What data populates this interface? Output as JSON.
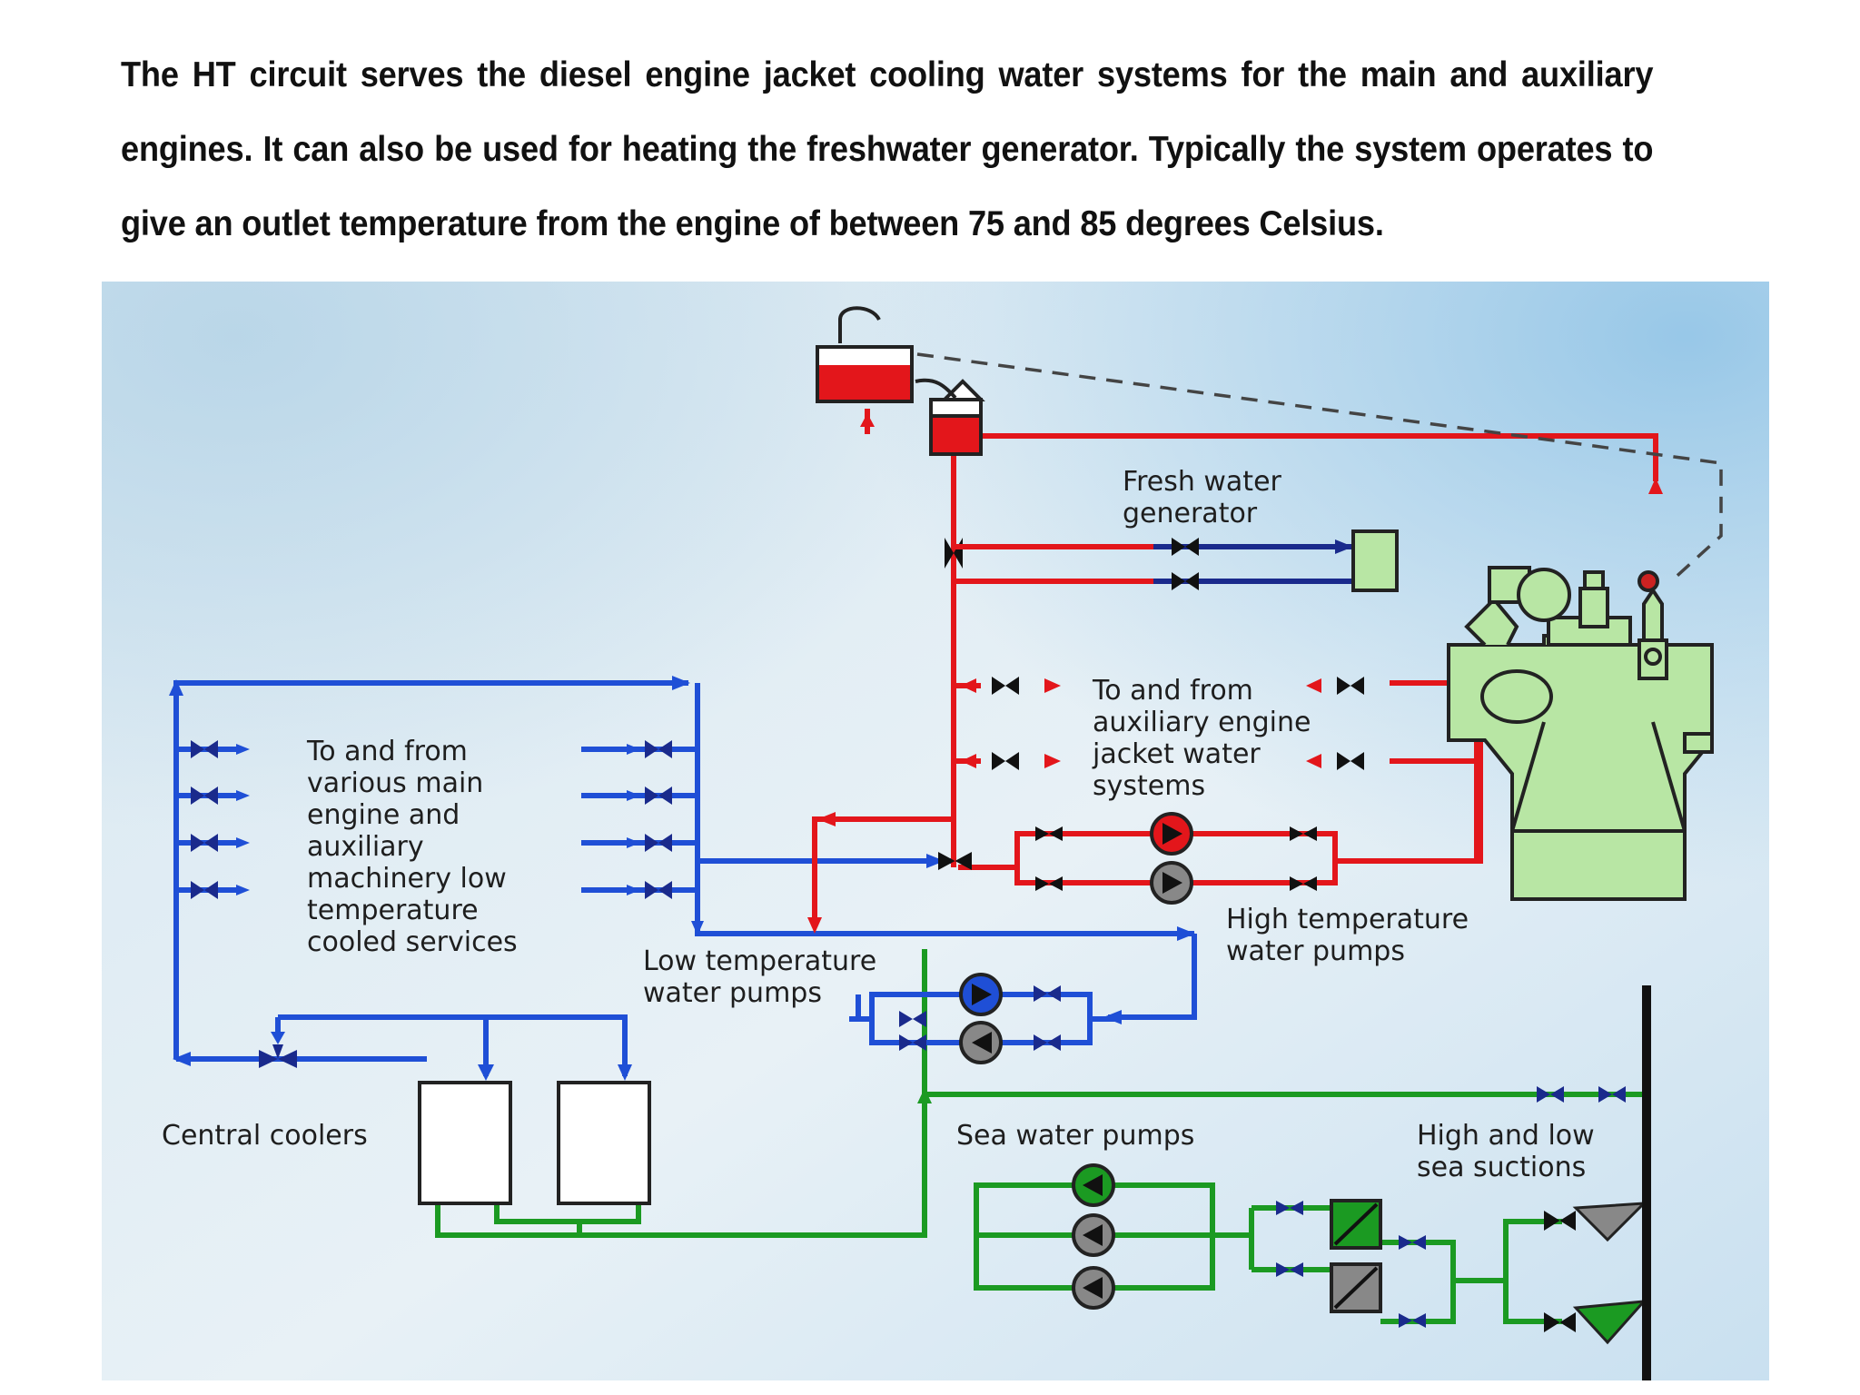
{
  "intro_text": "The HT circuit serves the diesel engine jacket cooling water systems for the main and auxiliary engines. It can also be used for heating the freshwater generator. Typically the system operates to give an outlet temperature from the engine of between 75 and 85 degrees Celsius.",
  "diagram": {
    "labels": {
      "fresh_water_generator": [
        "Fresh water",
        "generator"
      ],
      "aux_engine_jacket": [
        "To and from",
        "auxiliary engine",
        "jacket water",
        "systems"
      ],
      "lt_services": [
        "To and from",
        "various main",
        "engine and",
        "auxiliary",
        "machinery low",
        "temperature",
        "cooled services"
      ],
      "ht_pumps": [
        "High temperature",
        "water pumps"
      ],
      "lt_pumps": [
        "Low temperature",
        "water pumps"
      ],
      "central_coolers": "Central coolers",
      "sea_water_pumps": "Sea water pumps",
      "sea_suctions": [
        "High and low",
        "sea suctions"
      ]
    },
    "colors": {
      "ht_circuit": "#e3161b",
      "lt_circuit": "#1f4fd6",
      "sea_water": "#1b9a22",
      "fresh_water_generator_feed": "#1a2a8c",
      "equipment": "#b8e6a4"
    }
  }
}
